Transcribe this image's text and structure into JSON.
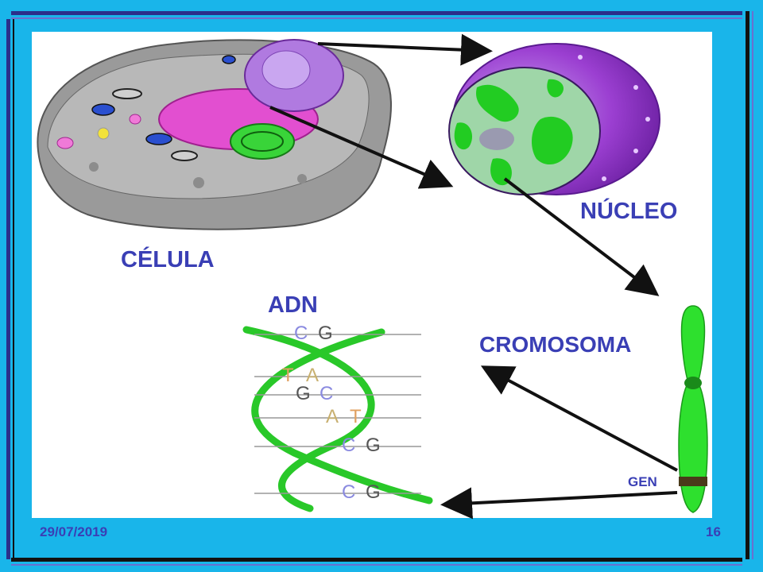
{
  "labels": {
    "cell": "CÉLULA",
    "nucleus": "NÚCLEO",
    "chromosome": "CROMOSOMA",
    "dna": "ADN",
    "gene": "GEN"
  },
  "dna_pairs": [
    {
      "left": "C",
      "right": "G"
    },
    {
      "left": "T",
      "right": "A"
    },
    {
      "left": "G",
      "right": "C"
    },
    {
      "left": "A",
      "right": "T"
    },
    {
      "left": "C",
      "right": "G"
    },
    {
      "left": "C",
      "right": "G"
    }
  ],
  "footer": {
    "date": "29/07/2019",
    "page": "16"
  },
  "colors": {
    "background": "#19b5ea",
    "label": "#3a3fb5",
    "nucleus_purple": "#9b3fd1",
    "chromatin_green": "#22cc22",
    "chromosome_green": "#2ee02e",
    "membrane_pink": "#e040c0"
  }
}
